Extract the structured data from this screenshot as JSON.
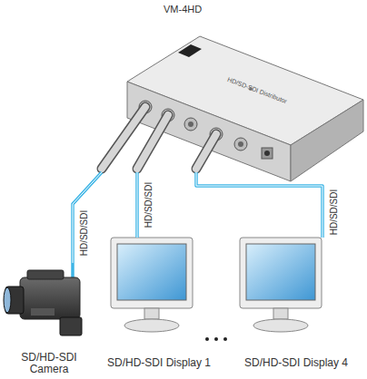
{
  "diagram": {
    "nodes": [
      {
        "text": [
          "VM-4HD"
        ]
      },
      {
        "text": [
          "SD/HD-SDI Camera"
        ]
      },
      {
        "text": [
          "SD/HD-SDI Display 1"
        ]
      },
      {
        "text": [
          "SD/HD-SDI Display 4"
        ]
      }
    ],
    "edges": [
      {
        "from": 1,
        "to": 0,
        "arrow": "none",
        "label": "HD/SD/SDI"
      },
      {
        "from": 0,
        "to": 2,
        "arrow": "none",
        "label": "HD/SD/SDI"
      },
      {
        "from": 0,
        "to": 3,
        "arrow": "none",
        "label": "HD/SD/SDI"
      }
    ],
    "labels": [
      "HD/SD-SDI Distributor"
    ]
  }
}
